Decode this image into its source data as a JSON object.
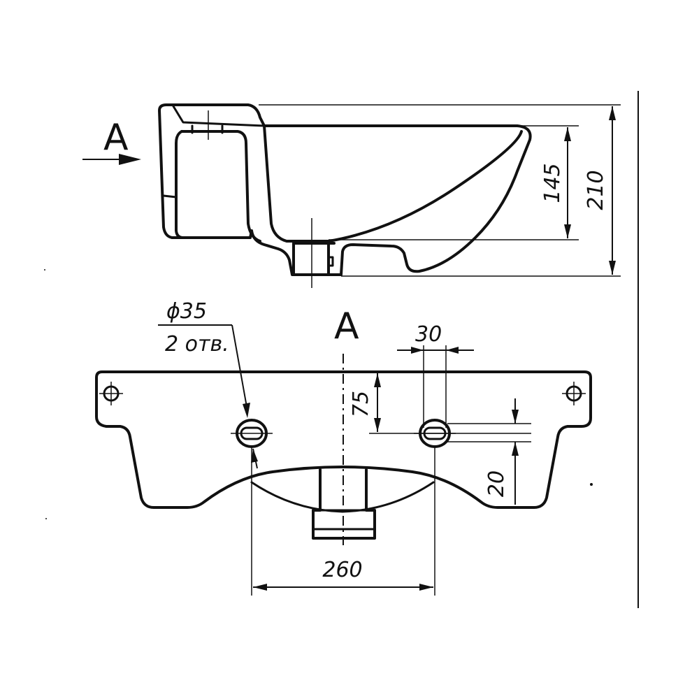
{
  "section_marks": {
    "side_view_arrow_label": "A",
    "top_view_label": "A"
  },
  "dimensions": {
    "bowl_depth": "145",
    "total_height": "210",
    "hole_diameter": "ϕ35",
    "hole_count": "2 отв.",
    "hole_width": "30",
    "hole_offset_vertical": "75",
    "hole_offset_small": "20",
    "hole_spacing": "260"
  }
}
